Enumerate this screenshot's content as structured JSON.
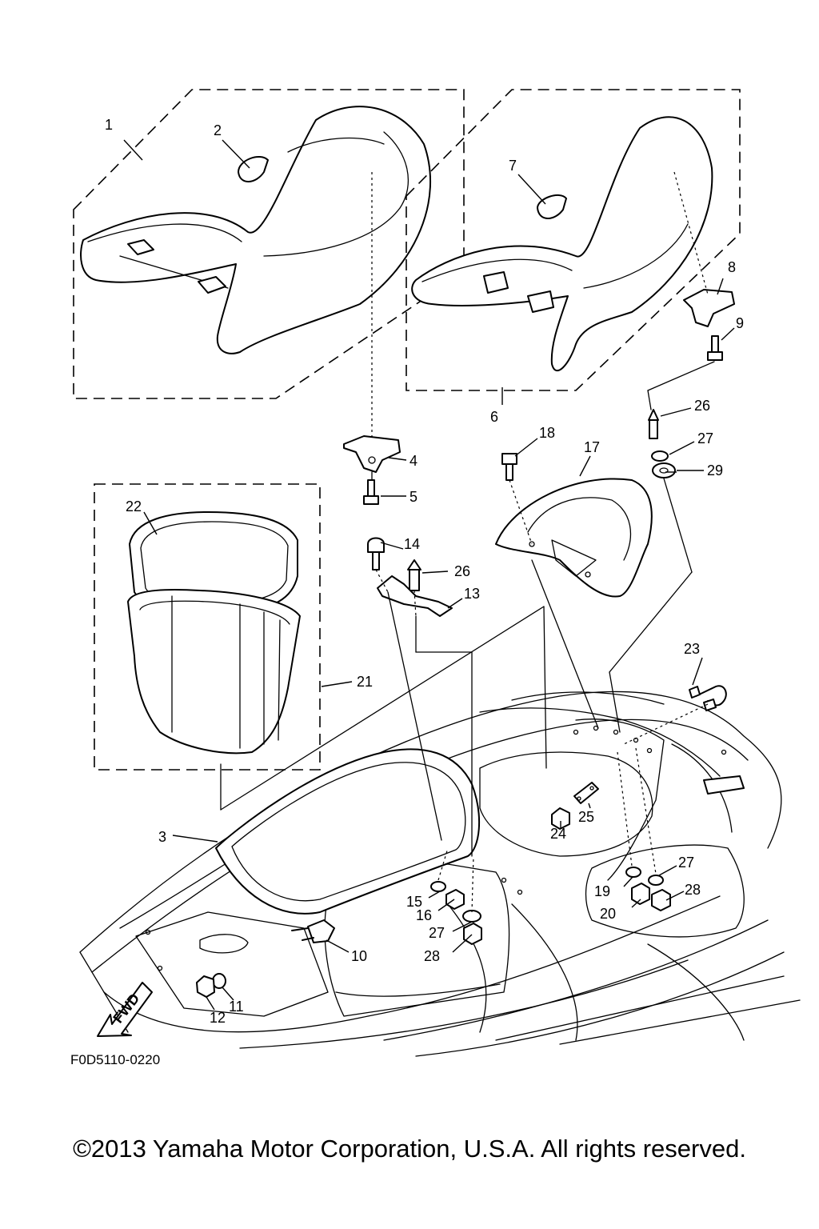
{
  "diagram": {
    "callouts": [
      "1",
      "2",
      "3",
      "4",
      "5",
      "6",
      "7",
      "8",
      "9",
      "10",
      "11",
      "12",
      "13",
      "14",
      "15",
      "16",
      "17",
      "18",
      "19",
      "20",
      "21",
      "22",
      "23",
      "24",
      "25",
      "26",
      "26",
      "27",
      "27",
      "27",
      "28",
      "28",
      "29"
    ],
    "fwd_label": "FWD",
    "figure_code": "F0D5110-0220"
  },
  "footer": {
    "copyright": "©2013 Yamaha Motor Corporation, U.S.A. All rights reserved."
  }
}
